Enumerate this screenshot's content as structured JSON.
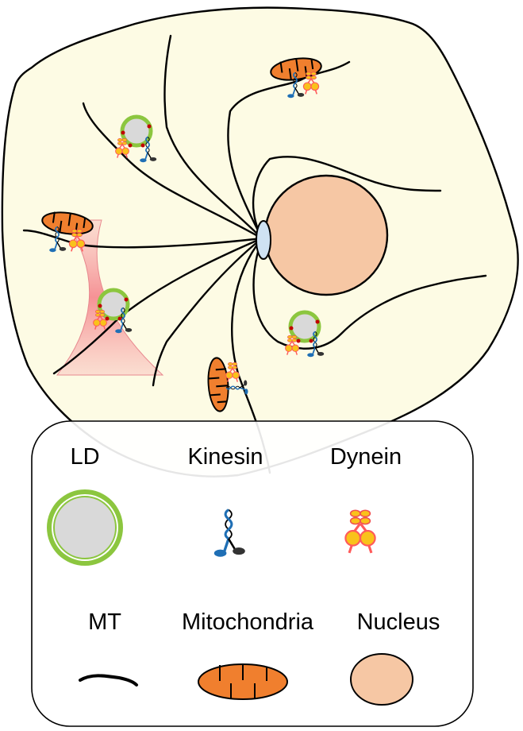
{
  "colors": {
    "cytoplasm": "#fdfbe4",
    "cell_outline": "#000000",
    "nucleus": "#f6c7a4",
    "centrosome": "#cfe2f3",
    "mitochondria": "#f07f2e",
    "ld_shell": "#8cc63f",
    "ld_core": "#d9d9d9",
    "kinesin": "#1f6fb5",
    "dynein": "#f9c21b",
    "dynein_accent": "#ff5a5a",
    "optical_trap": "#f7a8ac"
  },
  "legend": {
    "items": [
      {
        "label": "LD",
        "icon": "lipid-droplet-icon"
      },
      {
        "label": "Kinesin",
        "icon": "kinesin-motor-icon"
      },
      {
        "label": "Dynein",
        "icon": "dynein-motor-icon"
      },
      {
        "label": "MT",
        "icon": "microtubule-icon"
      },
      {
        "label": "Mitochondria",
        "icon": "mitochondrion-icon"
      },
      {
        "label": "Nucleus",
        "icon": "nucleus-icon"
      }
    ]
  }
}
